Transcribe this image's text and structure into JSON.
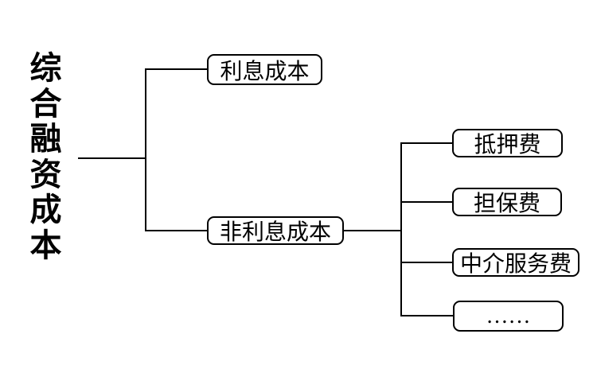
{
  "page": {
    "background_color": "#ffffff",
    "line_color": "#000000",
    "text_color": "#000000"
  },
  "diagram": {
    "root": {
      "label": "综合融资成本"
    },
    "level1": [
      {
        "label": "利息成本"
      },
      {
        "label": "非利息成本"
      }
    ],
    "level2": [
      {
        "label": "抵押费"
      },
      {
        "label": "担保费"
      },
      {
        "label": "中介服务费"
      },
      {
        "label": "……"
      }
    ]
  }
}
